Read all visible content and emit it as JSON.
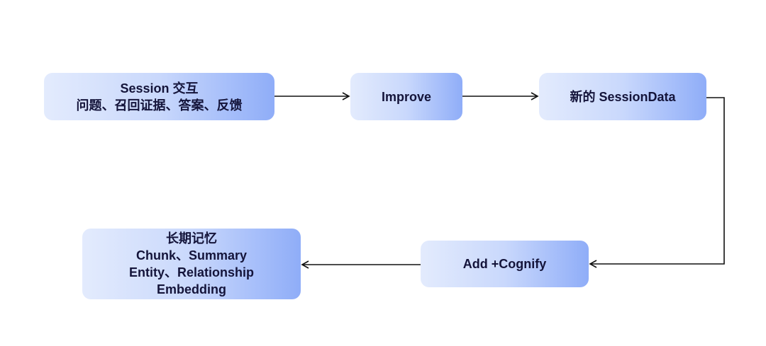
{
  "nodes": {
    "session": {
      "lines": [
        "Session 交互",
        "问题、召回证据、答案、反馈"
      ]
    },
    "improve": {
      "lines": [
        "Improve"
      ]
    },
    "new_session_data": {
      "lines": [
        "新的 SessionData"
      ]
    },
    "add_cognify": {
      "lines": [
        "Add +Cognify"
      ]
    },
    "long_term_memory": {
      "lines": [
        "长期记忆",
        "Chunk、Summary",
        "Entity、Relationship",
        "Embedding"
      ]
    }
  },
  "edges": [
    {
      "from": "session",
      "to": "improve"
    },
    {
      "from": "improve",
      "to": "new_session_data"
    },
    {
      "from": "new_session_data",
      "to": "add_cognify"
    },
    {
      "from": "add_cognify",
      "to": "long_term_memory"
    }
  ],
  "colors": {
    "node_gradient_start": "#e3ebfd",
    "node_gradient_end": "#8fadf8",
    "text": "#14143a",
    "arrow": "#111111"
  }
}
